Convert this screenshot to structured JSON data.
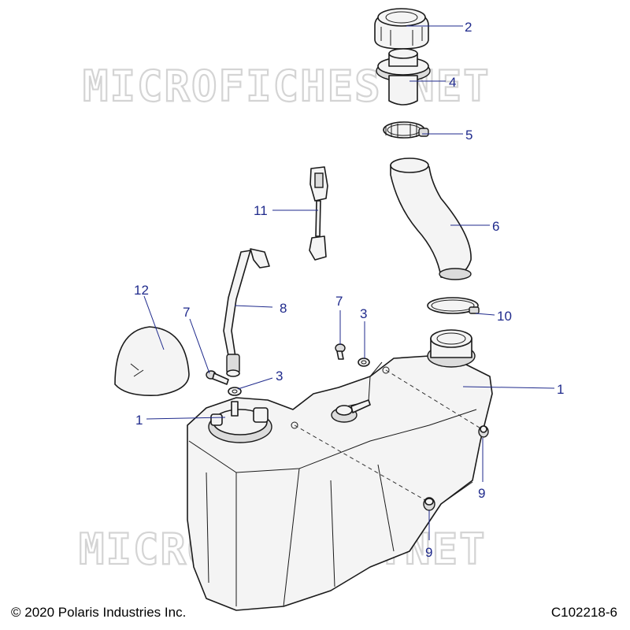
{
  "watermark": {
    "text": "MICROFICHES.NET"
  },
  "callouts": {
    "c1a": "1",
    "c1b": "1",
    "c2": "2",
    "c3a": "3",
    "c3b": "3",
    "c4": "4",
    "c5": "5",
    "c6": "6",
    "c7a": "7",
    "c7b": "7",
    "c8": "8",
    "c9a": "9",
    "c9b": "9",
    "c10": "10",
    "c11": "11",
    "c12": "12"
  },
  "footer": {
    "copyright": "© 2020 Polaris Industries Inc.",
    "diagram_id": "C102218-6"
  },
  "colors": {
    "callout": "#1f2a8c",
    "watermark": "#d4d4d4",
    "line": "#1a1a1a"
  }
}
